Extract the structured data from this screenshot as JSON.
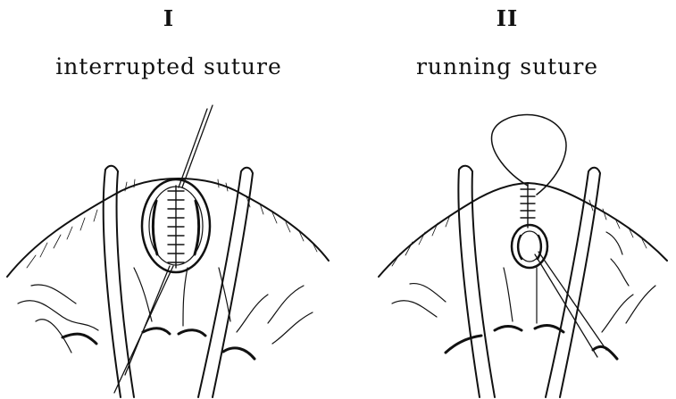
{
  "figure": {
    "panels": [
      {
        "numeral": "I",
        "label": "interrupted suture"
      },
      {
        "numeral": "II",
        "label": "running suture"
      }
    ]
  }
}
